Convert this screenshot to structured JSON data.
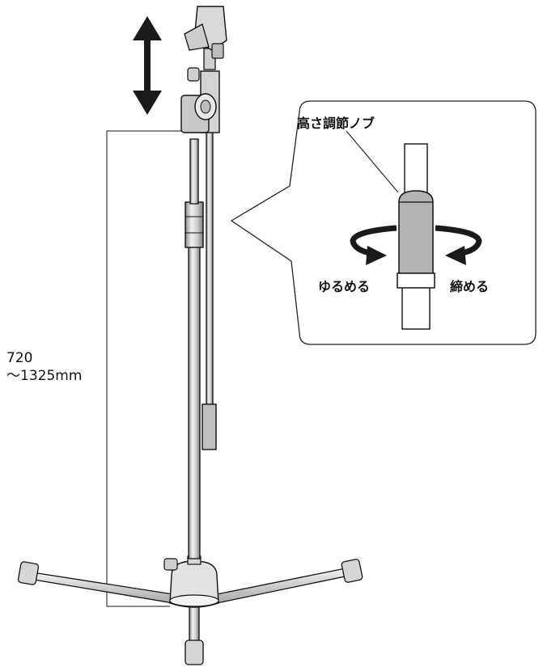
{
  "labels": {
    "height_min": "720",
    "height_range": "～1325mm",
    "knob": "高さ調節ノブ",
    "loosen": "ゆるめる",
    "tighten": "締める"
  },
  "colors": {
    "line": "#111111",
    "metal": "#d0d0d0",
    "metal_light": "#ececec",
    "metal_dark": "#8a8a8a",
    "knob": "#b4b4b4",
    "arrow": "#1a1a1a"
  },
  "icons": [
    "up-down-arrow-icon",
    "loosen-arrow-icon",
    "tighten-arrow-icon"
  ]
}
